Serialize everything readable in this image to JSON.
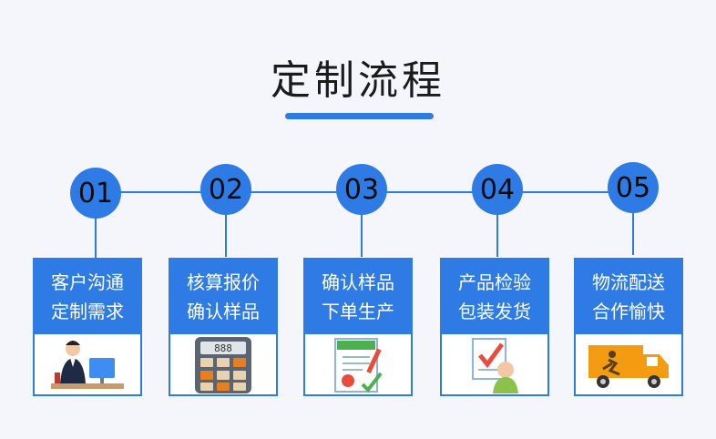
{
  "title": "定制流程",
  "steps": [
    {
      "num": "01",
      "line1": "客户沟通",
      "line2": "定制需求",
      "icon": "person-at-computer-icon"
    },
    {
      "num": "02",
      "line1": "核算报价",
      "line2": "确认样品",
      "icon": "calculator-icon",
      "calc_display": "888"
    },
    {
      "num": "03",
      "line1": "确认样品",
      "line2": "下单生产",
      "icon": "certificate-document-icon"
    },
    {
      "num": "04",
      "line1": "产品检验",
      "line2": "包装发货",
      "icon": "inspector-checklist-icon"
    },
    {
      "num": "05",
      "line1": "物流配送",
      "line2": "合作愉快",
      "icon": "delivery-truck-icon"
    }
  ],
  "colors": {
    "accent": "#2f7be6",
    "background": "#f4f6fb"
  }
}
